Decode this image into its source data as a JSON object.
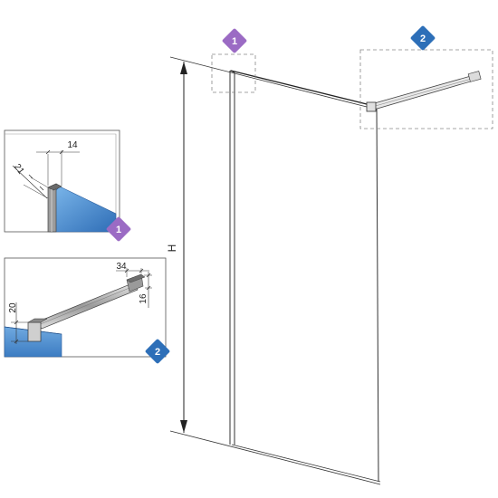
{
  "diagram": {
    "height_label": "H",
    "badges": [
      {
        "label": "1",
        "color": "#9b6bc4"
      },
      {
        "label": "2",
        "color": "#2d6fb8"
      }
    ],
    "detail_1": {
      "dim_top": "14",
      "dim_side": "21"
    },
    "detail_2": {
      "dim_top": "34",
      "dim_right": "16",
      "dim_left": "20"
    },
    "colors": {
      "glass": "#5b9bd9",
      "glass_dark": "#3d79c0",
      "frame": "#a7a7a7",
      "line": "#333333"
    }
  }
}
